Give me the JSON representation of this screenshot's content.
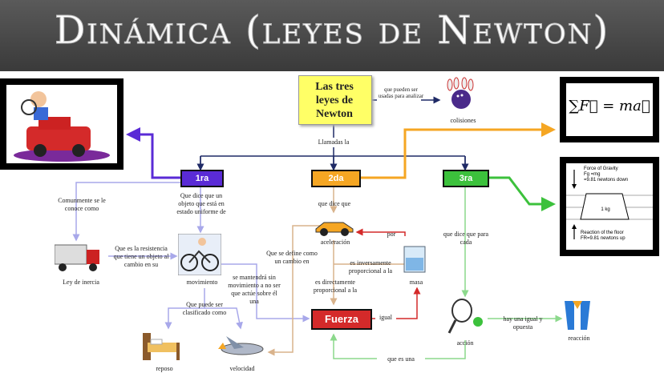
{
  "title": "Dinámica (leyes de Newton)",
  "colors": {
    "purple": "#5a2bd6",
    "orange": "#f5a623",
    "green": "#3cc13c",
    "navy": "#1f2a66",
    "red": "#d42a2a",
    "yellow": "#ffff66",
    "lavender": "#a8a8ea",
    "tan": "#d9b38c",
    "mint": "#8cd98c"
  },
  "central": "Las tres leyes de Newton",
  "labels": {
    "pueden": "que pueden ser usadas para analizar",
    "colisiones": "colisiones",
    "llamadas": "Llamadas la",
    "primera": "1ra",
    "segunda": "2da",
    "tercera": "3ra",
    "conoce": "Comunmente se le conoce como",
    "que_dice_un": "Que dice que un objeto que está en estado uniforme de",
    "que_dice_que": "que dice que",
    "que_dice_para": "que dice que para cada",
    "ley_inercia": "Ley de inercia",
    "resistencia": "Que es la resistencia que tiene un objeto al cambio en su",
    "movimiento": "movimiento",
    "aceleracion": "aceleración",
    "por": "por",
    "masa": "masa",
    "define": "Que se define como un cambio en",
    "inversamente": "es inversamente proporcional a la",
    "directamente": "es directamente proporcional a la",
    "mantendra": "se mantendrá sin movimiento a no ser que actúe sobre él una",
    "clasificado": "Que puede ser clasificado como",
    "fuerza": "Fuerza",
    "igual": "igual",
    "reposo": "reposo",
    "velocidad": "velocidad",
    "que_es_una": "que es una",
    "accion": "acción",
    "igual_opuesta": "hay una igual y opuesta",
    "reaccion": "reacción"
  },
  "formula": "∑F⃗ = ma⃗",
  "diagram_text": {
    "gravity": "Force of Gravity\nFg =mg\n=9.81 newtons down",
    "kg": "1 kg",
    "floor": "Reaction of the floor\nFR=9.81 newtons up"
  }
}
